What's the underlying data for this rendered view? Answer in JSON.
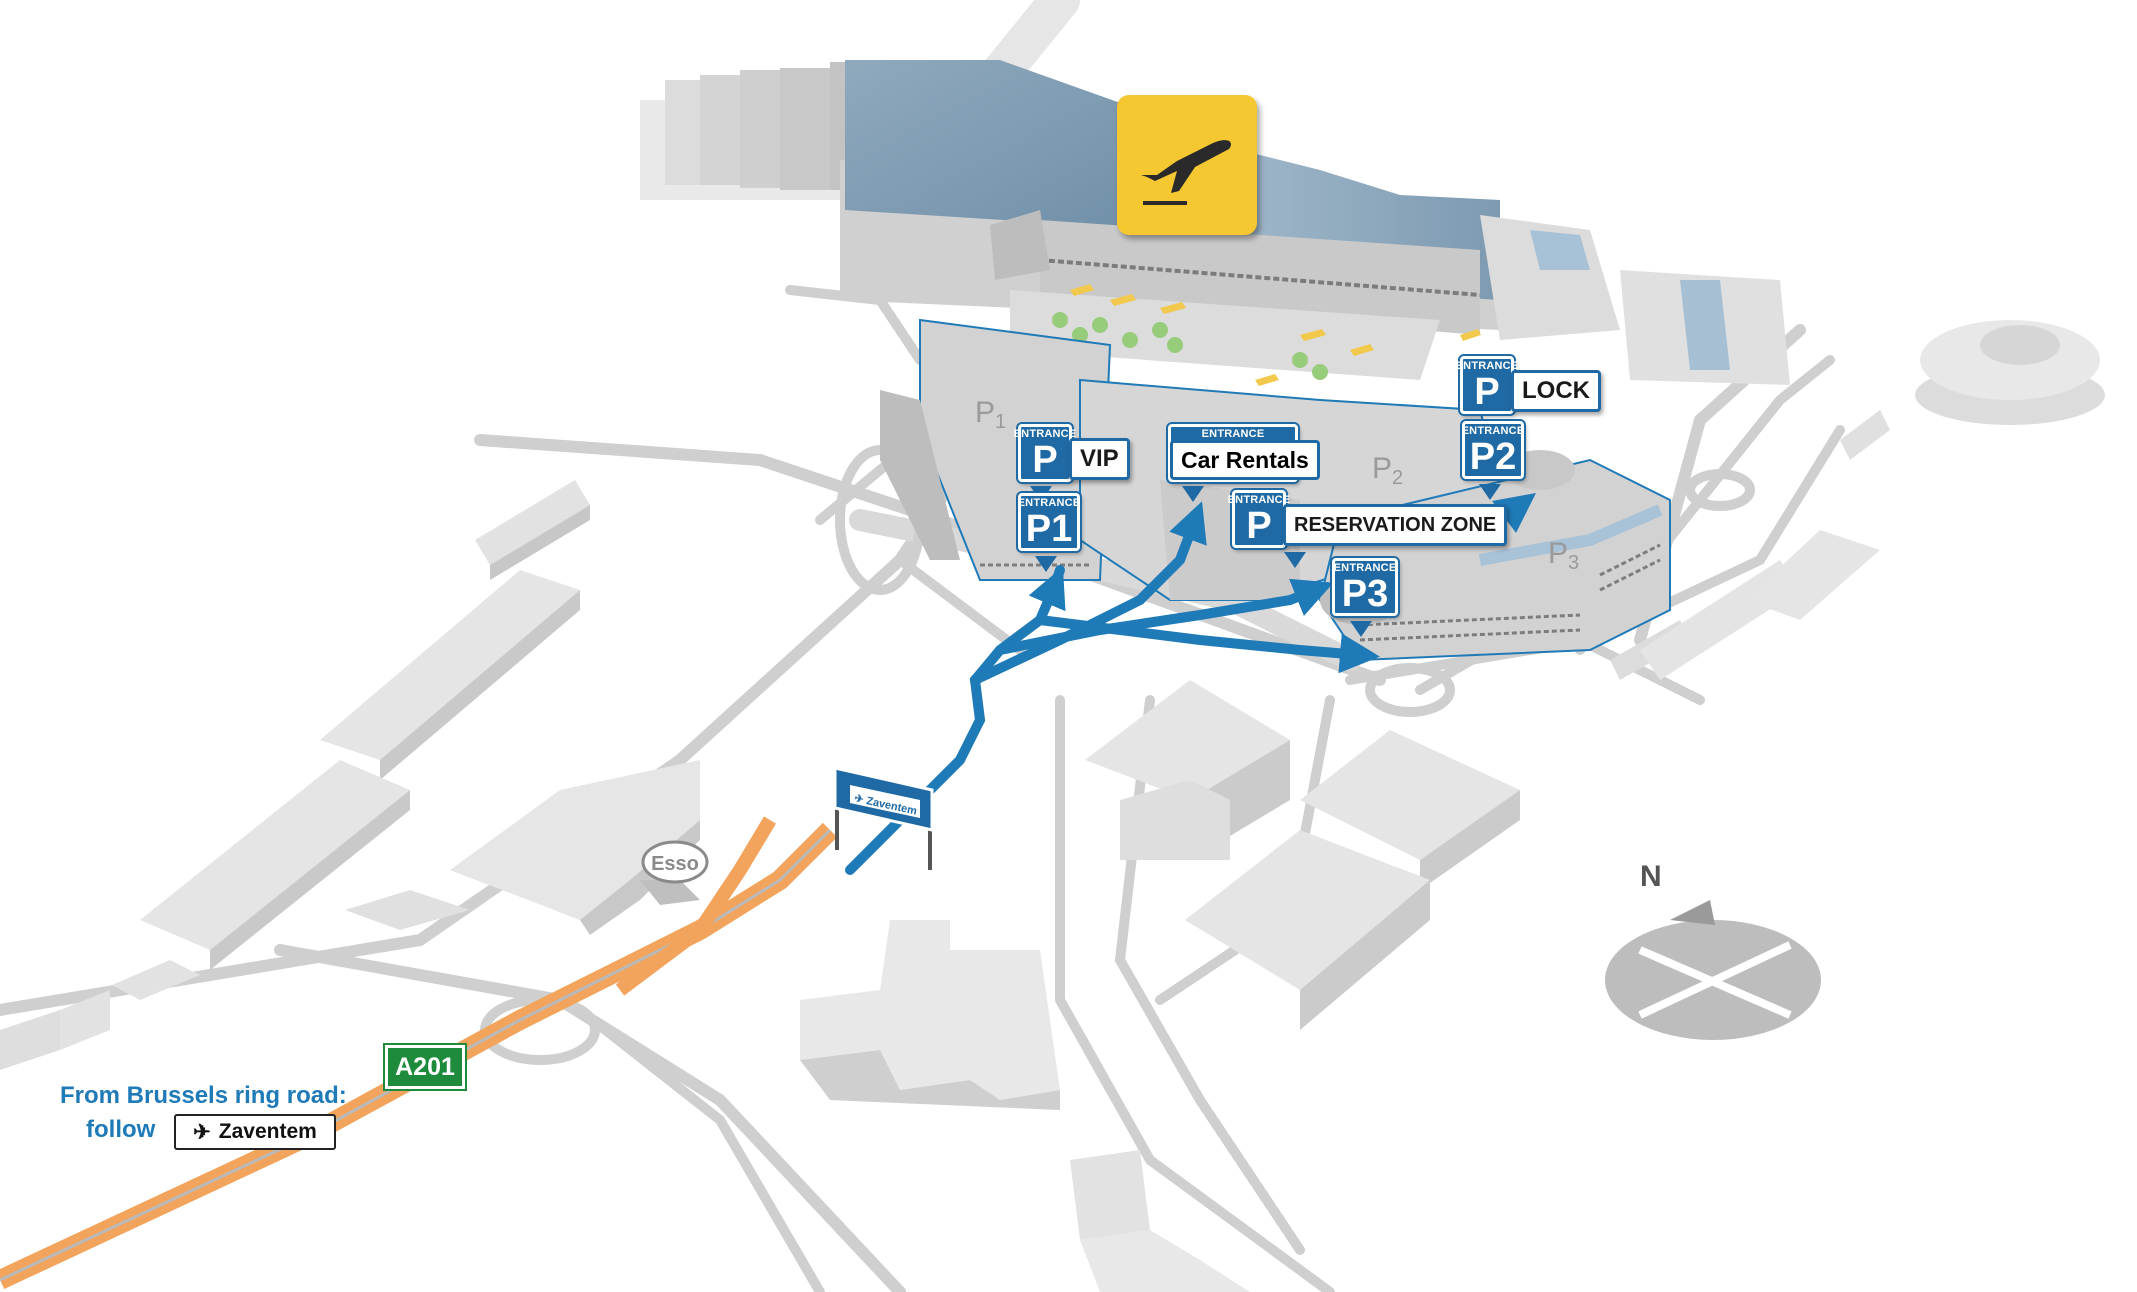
{
  "map": {
    "airport_icon": "departing-plane-icon",
    "colors": {
      "route_blue": "#1f7ab8",
      "sign_blue": "#1f6aa5",
      "motorway_orange": "#f2a45c",
      "road_badge_green": "#1e8b3c",
      "airport_yellow": "#f5c731",
      "building_gray": "#d6d6d6",
      "road_gray": "#c8c8c8"
    }
  },
  "parking_zones": [
    {
      "label": "P",
      "sub": "1"
    },
    {
      "label": "P",
      "sub": "2"
    },
    {
      "label": "P",
      "sub": "3"
    }
  ],
  "signs": {
    "entrance_word": "ENTRANCE",
    "vip": {
      "badge": "P",
      "label": "VIP"
    },
    "p1": {
      "badge": "P1"
    },
    "car_rentals": {
      "label": "Car Rentals"
    },
    "reservation_zone": {
      "badge": "P",
      "label": "RESERVATION ZONE"
    },
    "p3": {
      "badge": "P3"
    },
    "lock": {
      "badge": "P",
      "label": "LOCK"
    },
    "p2": {
      "badge": "P2"
    }
  },
  "road_sign": {
    "text": "Zaventem",
    "icon": "plane-icon"
  },
  "esso": {
    "text": "Esso"
  },
  "road_badge": "A201",
  "info": {
    "from": "From Brussels ring road:",
    "follow": "follow",
    "destination": "Zaventem",
    "icon": "plane-icon"
  },
  "compass": {
    "label": "N"
  }
}
